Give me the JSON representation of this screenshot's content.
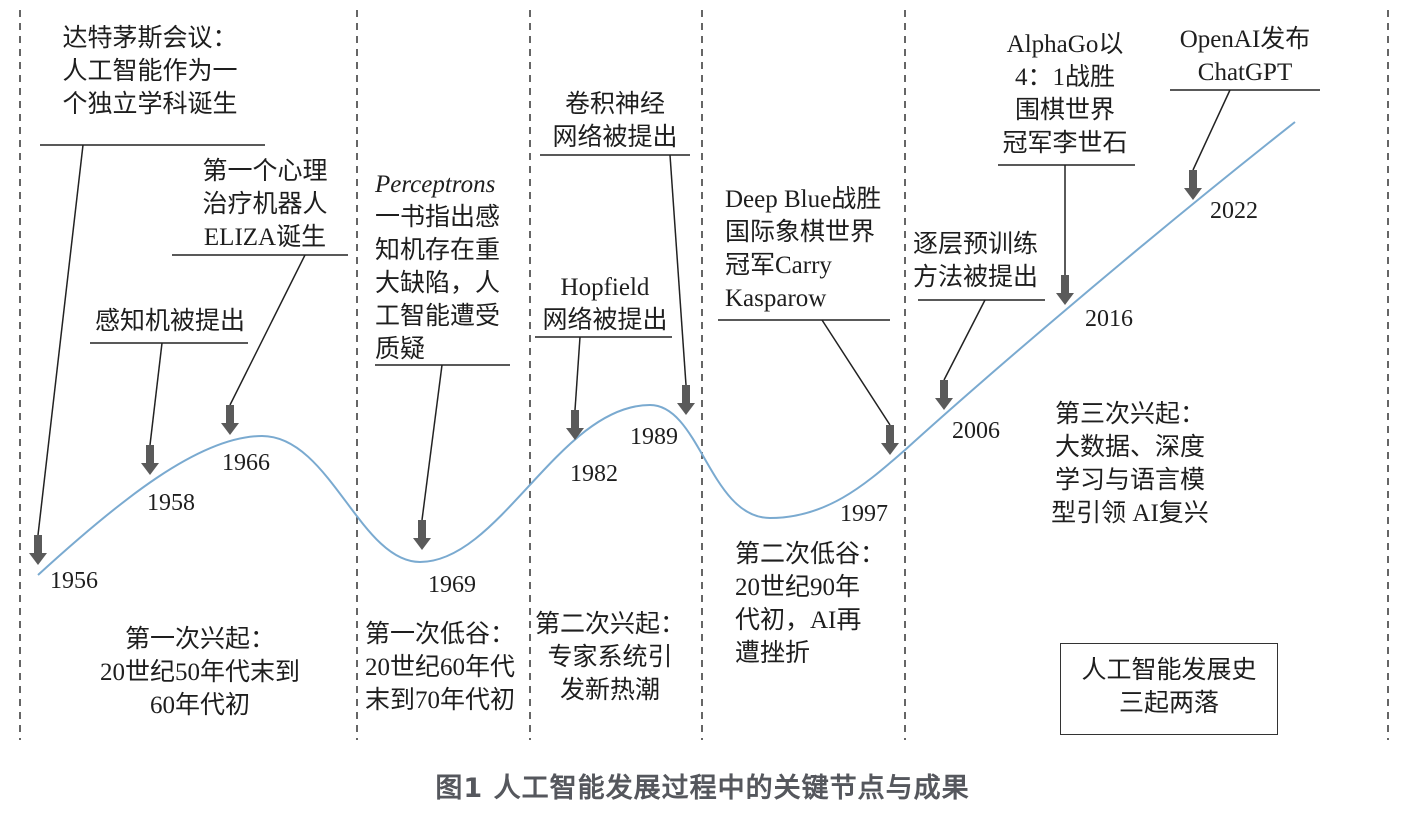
{
  "colors": {
    "curve": "#7aaad0",
    "arrow": "#5a5a5a",
    "text": "#1e1e1e",
    "caption": "#55575d"
  },
  "events": [
    {
      "lines": [
        "达特茅斯会议：",
        "人工智能作为一",
        "个独立学科诞生"
      ],
      "year": "1956"
    },
    {
      "lines": [
        "第一个心理",
        "治疗机器人",
        "ELIZA诞生"
      ],
      "year": "1966"
    },
    {
      "lines": [
        "感知机被提出"
      ],
      "year": "1958"
    },
    {
      "lines": [
        "Perceptrons",
        "一书指出感",
        "知机存在重",
        "大缺陷，人",
        "工智能遭受",
        "质疑"
      ],
      "year": "1969"
    },
    {
      "lines": [
        "卷积神经",
        "网络被提出"
      ],
      "year": "1989"
    },
    {
      "lines": [
        "Hopfield",
        "网络被提出"
      ],
      "year": "1982"
    },
    {
      "lines": [
        "Deep Blue战胜",
        "国际象棋世界",
        "冠军Carry",
        "Kasparow"
      ],
      "year": "1997"
    },
    {
      "lines": [
        "逐层预训练",
        "方法被提出"
      ],
      "year": "2006"
    },
    {
      "lines": [
        "AlphaGo以",
        "4：1战胜",
        "围棋世界",
        "冠军李世石"
      ],
      "year": "2016"
    },
    {
      "lines": [
        "OpenAI发布",
        "ChatGPT"
      ],
      "year": "2022"
    }
  ],
  "periods": [
    {
      "lines": [
        "第一次兴起：",
        "20世纪50年代末到",
        "60年代初"
      ]
    },
    {
      "lines": [
        "第一次低谷：",
        "20世纪60年代",
        "末到70年代初"
      ]
    },
    {
      "lines": [
        "第二次兴起：",
        "专家系统引",
        "发新热潮"
      ]
    },
    {
      "lines": [
        "第二次低谷：",
        "20世纪90年",
        "代初，AI再",
        "遭挫折"
      ]
    },
    {
      "lines": [
        "第三次兴起：",
        "大数据、深度",
        "学习与语言模",
        "型引领 AI复兴"
      ]
    }
  ],
  "title_box": {
    "lines": [
      "人工智能发展史",
      "三起两落"
    ]
  },
  "caption": "图1  人工智能发展过程中的关键节点与成果"
}
